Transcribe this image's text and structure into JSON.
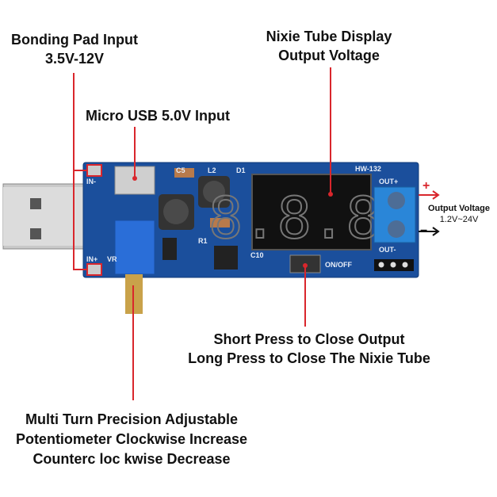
{
  "labels": {
    "bonding_pad": [
      "Bonding Pad Input",
      "3.5V-12V"
    ],
    "micro_usb": "Micro USB 5.0V Input",
    "nixie": [
      "Nixie Tube Display",
      "Output Voltage"
    ],
    "output_voltage": [
      "Output Voltage",
      "1.2V~24V"
    ],
    "plus": "+",
    "minus": "−",
    "button": [
      "Short Press to Close Output",
      "Long Press to Close The Nixie Tube"
    ],
    "potentiometer": [
      "Multi Turn Precision Adjustable",
      "Potentiometer Clockwise Increase",
      "Counterc loc kwise Decrease"
    ]
  },
  "board": {
    "model": "HW-132",
    "silkscreen": {
      "in_minus": "IN-",
      "in_plus": "IN+",
      "out_plus": "OUT+",
      "out_minus": "OUT-",
      "on_off": "ON/OFF",
      "c5": "C5",
      "l2": "L2",
      "d1": "D1",
      "r1": "R1",
      "c10": "C10",
      "vr": "VR"
    },
    "display": "8.8.8."
  },
  "colors": {
    "pcb": "#1b4f9c",
    "annotation_line": "#d9262c",
    "display_segment": "#6a6a6a"
  }
}
